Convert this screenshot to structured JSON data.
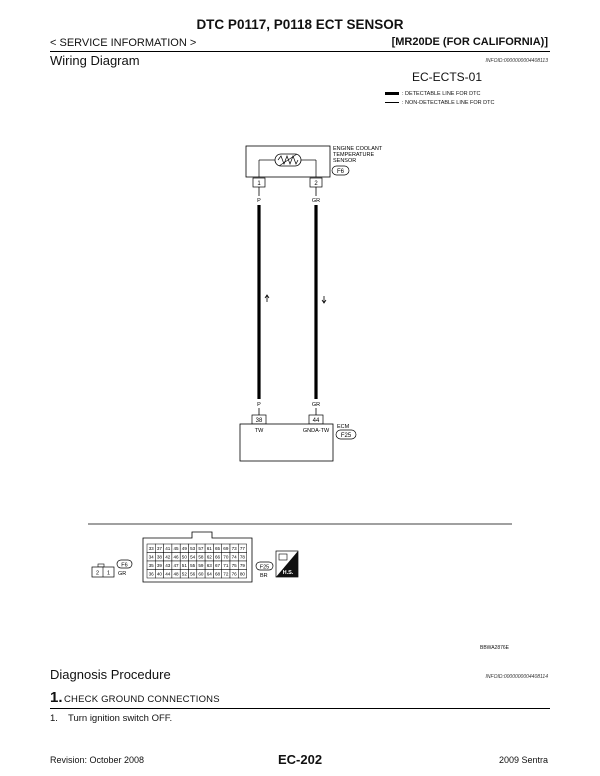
{
  "header": {
    "title": "DTC P0117, P0118 ECT SENSOR",
    "service_info": "< SERVICE INFORMATION >",
    "engine": "[MR20DE (FOR CALIFORNIA)]"
  },
  "wiring": {
    "heading": "Wiring Diagram",
    "infoid": "INFOID:0000000004408113",
    "diagram_id": "EC-ECTS-01",
    "legend_detectable": ": DETECTABLE LINE FOR DTC",
    "legend_non_detectable": ": NON-DETECTABLE LINE FOR DTC",
    "sensor_label_1": "ENGINE COOLANT",
    "sensor_label_2": "TEMPERATURE",
    "sensor_label_3": "SENSOR",
    "sensor_connector": "F6",
    "sensor_pin_1": "1",
    "sensor_pin_2": "2",
    "wire_color_left": "P",
    "wire_color_right": "GR",
    "ecm_pin_left": "38",
    "ecm_pin_right": "44",
    "ecm_term_left": "TW",
    "ecm_term_right": "GNDA-TW",
    "ecm_label": "ECM",
    "ecm_connector": "F25",
    "conn_f6_label": "F6",
    "conn_f6_color": "GR",
    "conn_f6_pin_left": "2",
    "conn_f6_pin_right": "1",
    "conn_f25_label": "F25",
    "conn_f25_color": "BR",
    "hs_label": "H.S.",
    "ecm_grid_rows": [
      [
        "33",
        "37",
        "41",
        "45",
        "49",
        "53",
        "57",
        "61",
        "65",
        "69",
        "73",
        "77"
      ],
      [
        "34",
        "38",
        "42",
        "46",
        "50",
        "54",
        "58",
        "62",
        "66",
        "70",
        "74",
        "78"
      ],
      [
        "35",
        "39",
        "43",
        "47",
        "51",
        "55",
        "59",
        "63",
        "67",
        "71",
        "75",
        "79"
      ],
      [
        "36",
        "40",
        "44",
        "48",
        "52",
        "56",
        "60",
        "64",
        "68",
        "72",
        "76",
        "80"
      ]
    ],
    "figure_id": "BBWA2876E"
  },
  "diagnosis": {
    "heading": "Diagnosis Procedure",
    "infoid": "INFOID:0000000004408114",
    "step_number": "1.",
    "step_title": "CHECK GROUND CONNECTIONS",
    "item_number": "1.",
    "item_text": "Turn ignition switch OFF."
  },
  "footer": {
    "revision": "Revision: October 2008",
    "page": "EC-202",
    "model": "2009 Sentra"
  }
}
